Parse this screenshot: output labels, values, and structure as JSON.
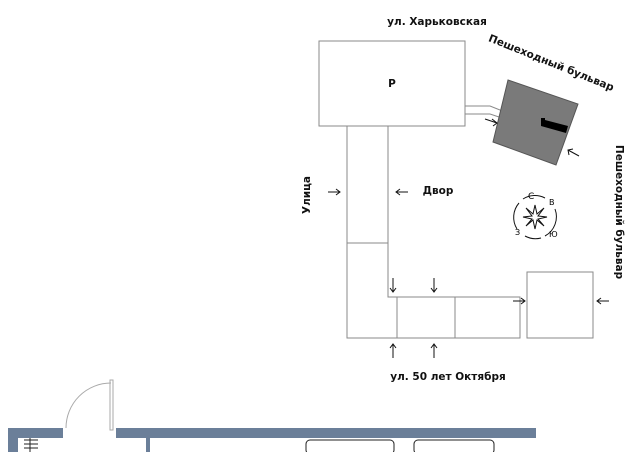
{
  "labels": {
    "street_top": "ул. Харьковская",
    "boulevard_top": "Пешеходный бульвар",
    "parking": "Р",
    "yard": "Двор",
    "street_left": "Улица",
    "boulevard_right": "Пешеходный бульвар",
    "street_bottom": "ул. 50 лет Октября"
  },
  "compass": {
    "north": "С",
    "east": "В",
    "south": "Ю",
    "west": "З"
  },
  "colors": {
    "building": "#7a7a7a",
    "wall": "#6b7f99"
  }
}
